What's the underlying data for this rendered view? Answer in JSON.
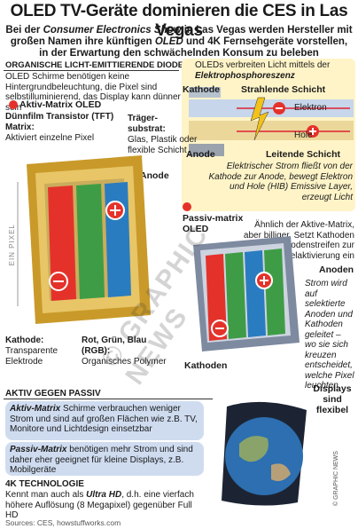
{
  "header": {
    "title": "OLED TV-Geräte dominieren die CES in Las Vegas",
    "intro_1": "Bei der ",
    "intro_event": "Consumer Electronics Show",
    "intro_2": " in Las Vegas werden Hersteller mit großen Namen ihre künftigen ",
    "intro_oled": "OLED",
    "intro_3": " und 4K Fernsehgeräte vorstellen, in der Erwartung den schwächelnden Konsum zu beleben"
  },
  "organic": {
    "heading": "Organische Licht-emittierende Dioden",
    "text": "OLED Schirme benötigen keine Hintergrundbeleuchtung, die Pixel sind selbstilluminierend, das Display kann dünner sein"
  },
  "electro": {
    "heading_1": "OLEDs verbreiten Licht mittels der",
    "heading_2": "Elektrophosphoreszenz",
    "kathode": "Kathode",
    "strahlende": "Strahlende Schicht",
    "elektron": "Elektron",
    "hole": "Hole",
    "anode": "Anode",
    "leitende": "Leitende Schicht",
    "desc": "Elektrischer Strom fließt von der Kathode zur Anode, bewegt Elektron und Hole (HIB) Emissive Layer, erzeugt Licht"
  },
  "active": {
    "heading": "Aktiv-Matrix OLED",
    "tft_title": "Dünnfilm Transistor (TFT) Matrix:",
    "tft_text": "Aktiviert einzelne Pixel",
    "substrate_title": "Träger-substrat:",
    "substrate_text": "Glas, Plastik oder flexible Schicht",
    "anode": "Anode",
    "pixel": "EIN PIXEL",
    "kathode_title": "Kathode:",
    "kathode_text": "Transparente Elektrode",
    "rgb_title": "Rot, Grün, Blau (RGB):",
    "rgb_text": "Organisches Polymer"
  },
  "passive": {
    "heading": "Passiv-matrix OLED",
    "text": "Ähnlich der Aktive-Matrix, aber billiger. Setzt Kathoden und Anodenstreifen zur Pixelaktivierung ein",
    "anoden": "Anoden",
    "strom": "Strom wird auf selektierte Anoden und Kathoden geleitet – wo sie sich kreuzen entscheidet, welche Pixel leuchten",
    "kathoden": "Kathoden"
  },
  "compare": {
    "heading": "Aktiv gegen Passiv",
    "active_title": "Aktiv-Matrix",
    "active_text": " Schirme verbrauchen weniger Strom und sind auf großen Flächen wie z.B. TV, Monitore und Lichtdesign einsetzbar",
    "passive_title": "Passiv-Matrix",
    "passive_text": " benötigen mehr Strom und sind daher eher geeignet für kleine Displays, z.B. Mobilgeräte",
    "flex": "Displays sind flexibel"
  },
  "k4": {
    "heading": "4K Technologie",
    "text_1": "Kennt man auch als ",
    "text_uhd": "Ultra HD",
    "text_2": ", d.h. eine vierfach höhere Auflösung (8 Megapixel) gegenüber Full HD",
    "sources": "Sources: CES, howstuffworks.com"
  },
  "credit": "© GRAPHIC NEWS",
  "watermark": "© GRAPHIC NEWS",
  "colors": {
    "red": "#e4322b",
    "green": "#3f9c46",
    "blue": "#2a7cc0",
    "gold": "#e7b22e",
    "bluebox": "#cfdcf0"
  }
}
